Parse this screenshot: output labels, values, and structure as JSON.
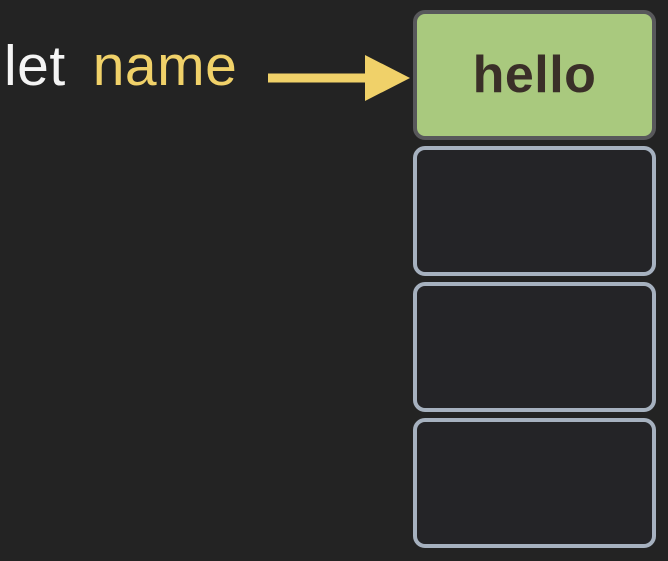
{
  "colors": {
    "bg": "#232323",
    "keyword": "#f4f4f4",
    "accent": "#f0d169",
    "filled-bg": "#a9c97e",
    "filled-border": "#58585b",
    "slot-border": "#a6b1bf",
    "slot-bg": "#242427",
    "value": "#3a2f28"
  },
  "declaration": {
    "keyword": "let",
    "variable": "name"
  },
  "arrow": {
    "icon": "right-arrow"
  },
  "memory": {
    "slots": [
      {
        "value": "hello",
        "filled": true
      },
      {
        "value": "",
        "filled": false
      },
      {
        "value": "",
        "filled": false
      },
      {
        "value": "",
        "filled": false
      }
    ]
  }
}
